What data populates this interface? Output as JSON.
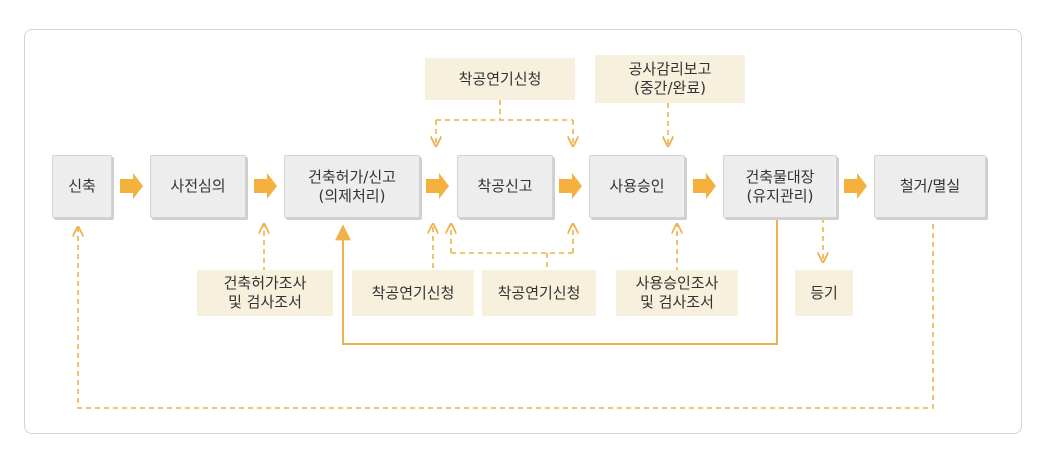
{
  "main_steps": [
    "신축",
    "사전심의",
    "건축허가/신고\n(의제처리)",
    "착공신고",
    "사용승인",
    "건축물대장\n(유지관리)",
    "철거/멸실"
  ],
  "notes": {
    "top_left": "착공연기신청",
    "top_right": "공사감리보고\n(중간/완료)",
    "bottom_1": "건축허가조사\n및 검사조서",
    "bottom_2": "착공연기신청",
    "bottom_3": "착공연기신청",
    "bottom_4": "사용승인조사\n및  검사조서",
    "bottom_5": "등기"
  },
  "colors": {
    "arrow": "#f5b13d",
    "line": "#f0b14a",
    "main_bg": "#ededed",
    "note_bg": "#f6f0dd",
    "border": "#d9d4c4"
  }
}
